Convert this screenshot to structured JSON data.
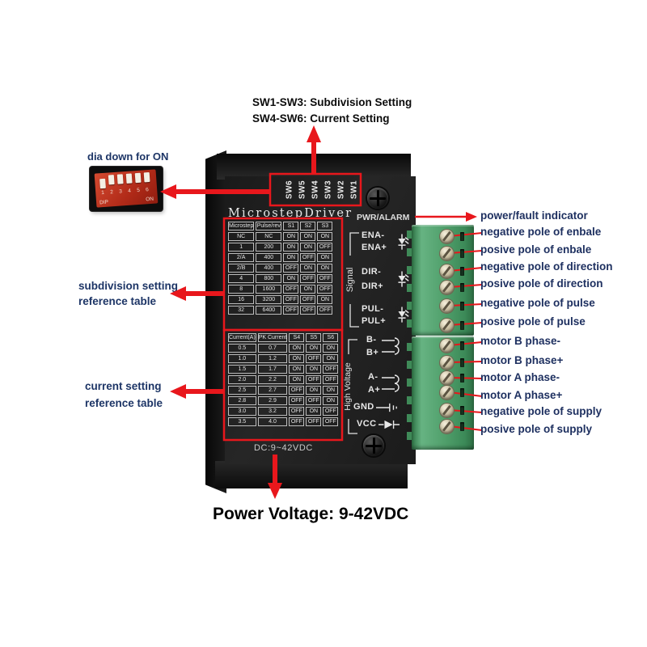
{
  "colors": {
    "annotation_red": "#e8171c",
    "label_navy": "#1d3566",
    "terminal_green": "#4f9e6a",
    "dip_red": "#b02a18",
    "driver_black": "#1e1e1e"
  },
  "annotations": {
    "top_note": {
      "line1": "SW1-SW3: Subdivision Setting",
      "line2": "SW4-SW6: Current Setting"
    },
    "dip_note": "dia down for ON",
    "left_notes": {
      "subdivision": [
        "subdivision setting",
        "reference table"
      ],
      "current": [
        "current setting",
        "reference table"
      ]
    },
    "bottom_note": "Power Voltage: 9-42VDC",
    "right_labels": [
      "power/fault indicator",
      "negative pole of enbale",
      "posive pole of enbale",
      "negative pole of direction",
      "posive pole of direction",
      "negative pole of pulse",
      "posive pole of pulse",
      "motor B phase-",
      "motor B phase+",
      "motor A phase-",
      "motor A phase+",
      "negative pole of supply",
      "posive pole of supply"
    ]
  },
  "driver": {
    "title": "MicrostepDriver",
    "pwr_alarm": "PWR/ALARM",
    "dc_label": "DC:9~42VDC",
    "signal_label": "Signal",
    "high_voltage_label": "High Voltage",
    "sw_labels": [
      "SW6",
      "SW5",
      "SW4",
      "SW3",
      "SW2",
      "SW1"
    ],
    "signal_pins": [
      "ENA-",
      "ENA+",
      "DIR-",
      "DIR+",
      "PUL-",
      "PUL+"
    ],
    "power_pins": [
      "B-",
      "B+",
      "A-",
      "A+",
      "GND",
      "VCC"
    ],
    "subdivision_table": {
      "headers": [
        "Microstep",
        "Pulse/rev",
        "S1",
        "S2",
        "S3"
      ],
      "rows": [
        [
          "NC",
          "NC",
          "ON",
          "ON",
          "ON"
        ],
        [
          "1",
          "200",
          "ON",
          "ON",
          "OFF"
        ],
        [
          "2/A",
          "400",
          "ON",
          "OFF",
          "ON"
        ],
        [
          "2/B",
          "400",
          "OFF",
          "ON",
          "ON"
        ],
        [
          "4",
          "800",
          "ON",
          "OFF",
          "OFF"
        ],
        [
          "8",
          "1600",
          "OFF",
          "ON",
          "OFF"
        ],
        [
          "16",
          "3200",
          "OFF",
          "OFF",
          "ON"
        ],
        [
          "32",
          "6400",
          "OFF",
          "OFF",
          "OFF"
        ]
      ]
    },
    "current_table": {
      "headers": [
        "Current(A)",
        "PK Current",
        "S4",
        "S5",
        "S6"
      ],
      "rows": [
        [
          "0.5",
          "0.7",
          "ON",
          "ON",
          "ON"
        ],
        [
          "1.0",
          "1.2",
          "ON",
          "OFF",
          "ON"
        ],
        [
          "1.5",
          "1.7",
          "ON",
          "ON",
          "OFF"
        ],
        [
          "2.0",
          "2.2",
          "ON",
          "OFF",
          "OFF"
        ],
        [
          "2.5",
          "2.7",
          "OFF",
          "ON",
          "ON"
        ],
        [
          "2.8",
          "2.9",
          "OFF",
          "OFF",
          "ON"
        ],
        [
          "3.0",
          "3.2",
          "OFF",
          "ON",
          "OFF"
        ],
        [
          "3.5",
          "4.0",
          "OFF",
          "OFF",
          "OFF"
        ]
      ]
    },
    "dip": {
      "numbers": [
        "1",
        "2",
        "3",
        "4",
        "5",
        "6"
      ],
      "dip_text": "DIP",
      "on_text": "ON"
    }
  },
  "icons": {
    "led": "optocoupler-led-icon",
    "coil": "motor-coil-icon",
    "ground": "ground-icon",
    "diode": "diode-icon",
    "screw": "screw-icon"
  }
}
